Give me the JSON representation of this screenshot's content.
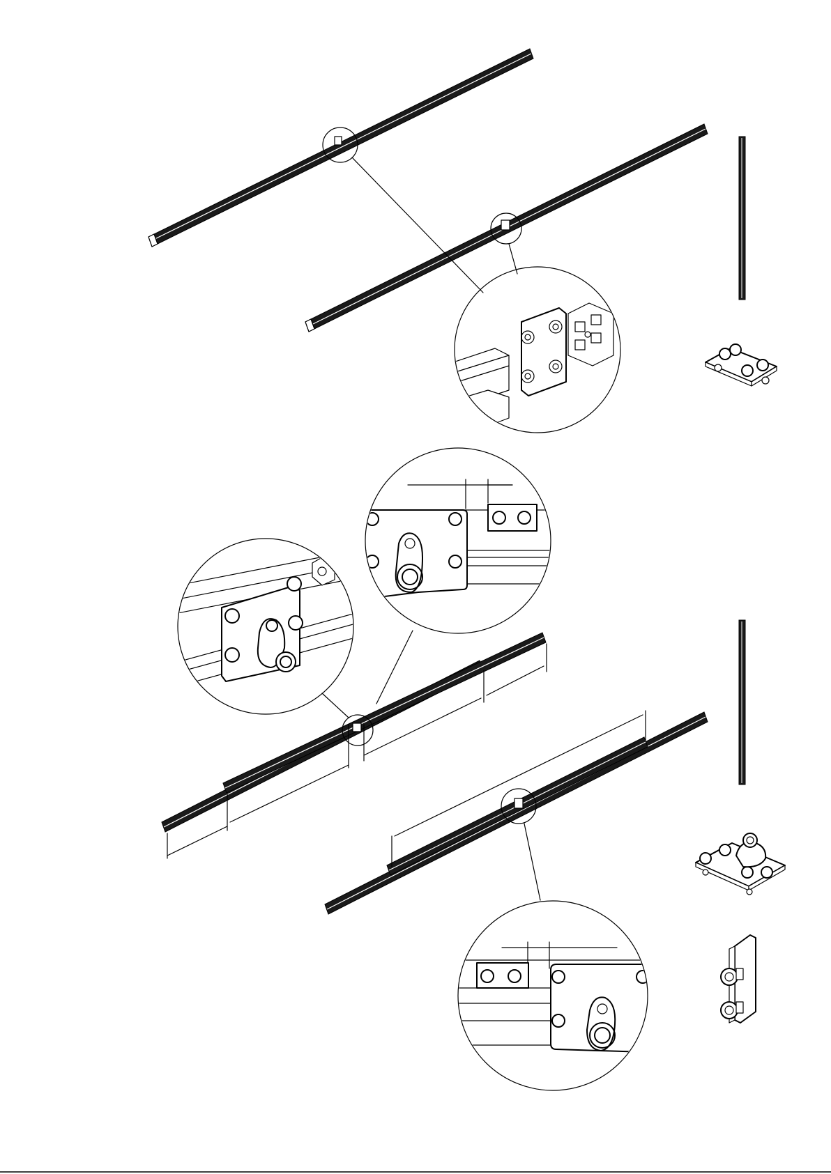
{
  "drawing": {
    "caption": "",
    "parts": [
      {
        "name": "long-extrusion",
        "count": 4
      },
      {
        "name": "short-extrusion",
        "count": 2
      },
      {
        "name": "vertical-post",
        "count": 2
      },
      {
        "name": "flat-joining-plate",
        "count": 1
      },
      {
        "name": "hinge-joining-plate",
        "count": 1
      },
      {
        "name": "bracket-with-nuts",
        "count": 1
      }
    ],
    "detail_views": [
      "joint-plate-detail",
      "hinge-plate-detail",
      "spacing-detail-upper",
      "spacing-detail-lower"
    ],
    "colors": {
      "line": "#000000",
      "paper": "#ffffff"
    }
  }
}
